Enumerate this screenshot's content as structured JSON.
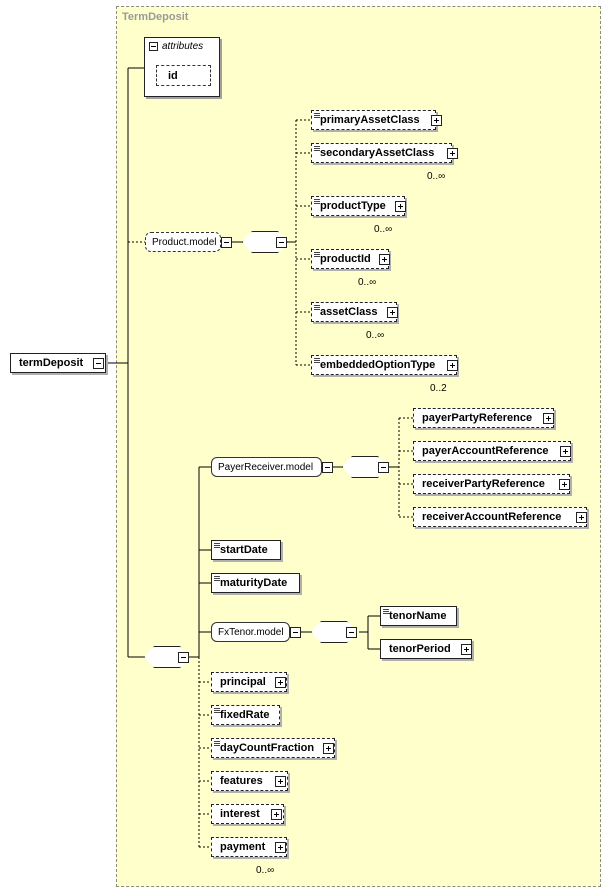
{
  "complex_type": {
    "title": "TermDeposit"
  },
  "attributes": {
    "title": "attributes",
    "items": [
      "id"
    ]
  },
  "root_element": {
    "label": "termDeposit"
  },
  "product_model": {
    "label": "Product.model",
    "children": [
      {
        "label": "primaryAssetClass",
        "occurs": ""
      },
      {
        "label": "secondaryAssetClass",
        "occurs": "0..∞"
      },
      {
        "label": "productType",
        "occurs": "0..∞"
      },
      {
        "label": "productId",
        "occurs": "0..∞"
      },
      {
        "label": "assetClass",
        "occurs": "0..∞"
      },
      {
        "label": "embeddedOptionType",
        "occurs": "0..2"
      }
    ]
  },
  "payer_receiver_model": {
    "label": "PayerReceiver.model",
    "children": [
      {
        "label": "payerPartyReference"
      },
      {
        "label": "payerAccountReference"
      },
      {
        "label": "receiverPartyReference"
      },
      {
        "label": "receiverAccountReference"
      }
    ]
  },
  "sequence_items": {
    "start_date": "startDate",
    "maturity_date": "maturityDate",
    "principal": "principal",
    "fixed_rate": "fixedRate",
    "day_count_fraction": "dayCountFraction",
    "features": "features",
    "interest": "interest",
    "payment": "payment",
    "payment_occurs": "0..∞"
  },
  "fx_tenor_model": {
    "label": "FxTenor.model",
    "children": [
      {
        "label": "tenorName"
      },
      {
        "label": "tenorPeriod"
      }
    ]
  },
  "colors": {
    "background": "#ffffcc",
    "border": "#222222",
    "connector": "#000000"
  }
}
